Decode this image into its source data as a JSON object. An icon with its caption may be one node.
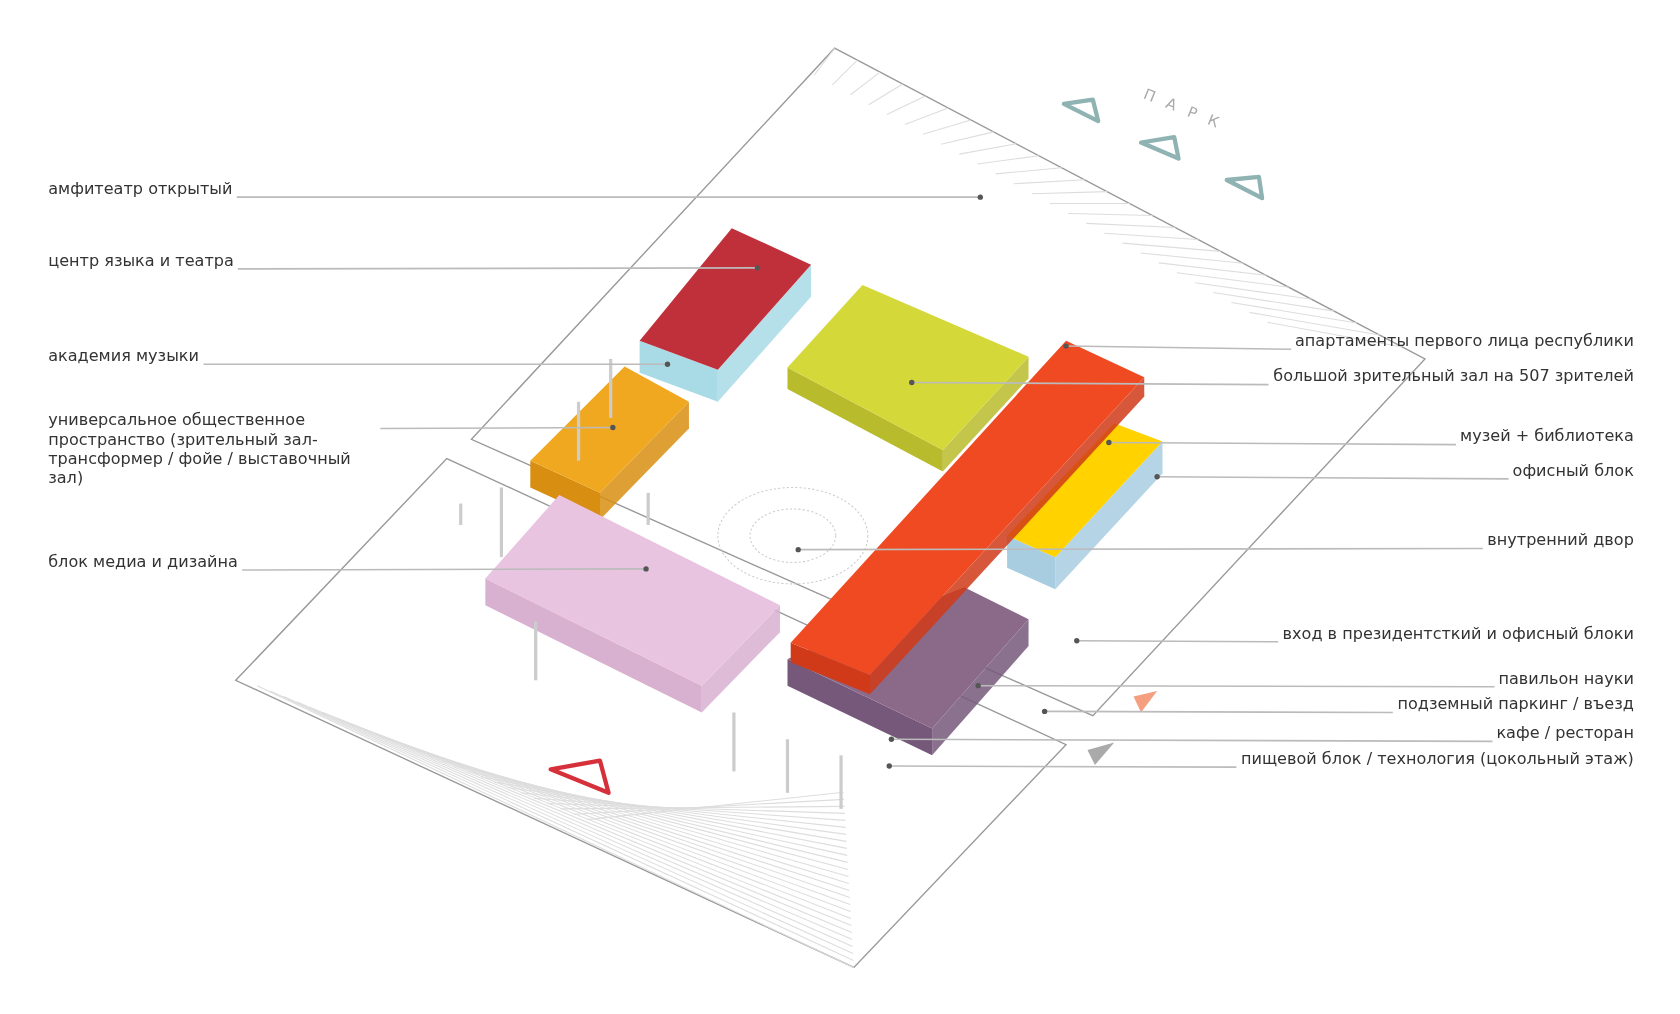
{
  "diagram": {
    "nodes": [
      {
        "text": [
          "амфитеатр открытый"
        ]
      },
      {
        "text": [
          "центр языка и театра"
        ]
      },
      {
        "text": [
          "академия музыки"
        ]
      },
      {
        "text": [
          "универсальное общественное пространство (зрительный зал-трансформер / фойе / выставочный зал)"
        ]
      },
      {
        "text": [
          "блок медиа и дизайна"
        ]
      },
      {
        "text": [
          "апартаменты первого лица республики"
        ]
      },
      {
        "text": [
          "большой зрительный зал на 507 зрителей"
        ]
      },
      {
        "text": [
          "музей + библиотека"
        ]
      },
      {
        "text": [
          "офисный блок"
        ]
      },
      {
        "text": [
          "внутренний двор"
        ]
      },
      {
        "text": [
          "вход в президентсткий и офисный блоки"
        ]
      },
      {
        "text": [
          "павильон науки"
        ]
      },
      {
        "text": [
          "подземный паркинг / въезд"
        ]
      },
      {
        "text": [
          "кафе / ресторан"
        ]
      },
      {
        "text": [
          "пищевой блок / технология (цокольный этаж)"
        ]
      }
    ],
    "edges": [
      {
        "from": 0,
        "to": null,
        "arrow": "other"
      },
      {
        "from": 1,
        "to": null,
        "arrow": "other"
      },
      {
        "from": 2,
        "to": null,
        "arrow": "other"
      },
      {
        "from": 3,
        "to": null,
        "arrow": "other"
      },
      {
        "from": 4,
        "to": null,
        "arrow": "other"
      },
      {
        "from": 5,
        "to": null,
        "arrow": "other"
      },
      {
        "from": 6,
        "to": null,
        "arrow": "other"
      },
      {
        "from": 7,
        "to": null,
        "arrow": "other"
      },
      {
        "from": 8,
        "to": null,
        "arrow": "other"
      },
      {
        "from": 9,
        "to": null,
        "arrow": "other"
      },
      {
        "from": 10,
        "to": null,
        "arrow": "other"
      },
      {
        "from": 11,
        "to": null,
        "arrow": "other"
      },
      {
        "from": 12,
        "to": null,
        "arrow": "other"
      },
      {
        "from": 13,
        "to": null,
        "arrow": "other"
      },
      {
        "from": 14,
        "to": null,
        "arrow": "other"
      }
    ],
    "labels": [
      "ПАРК"
    ]
  }
}
